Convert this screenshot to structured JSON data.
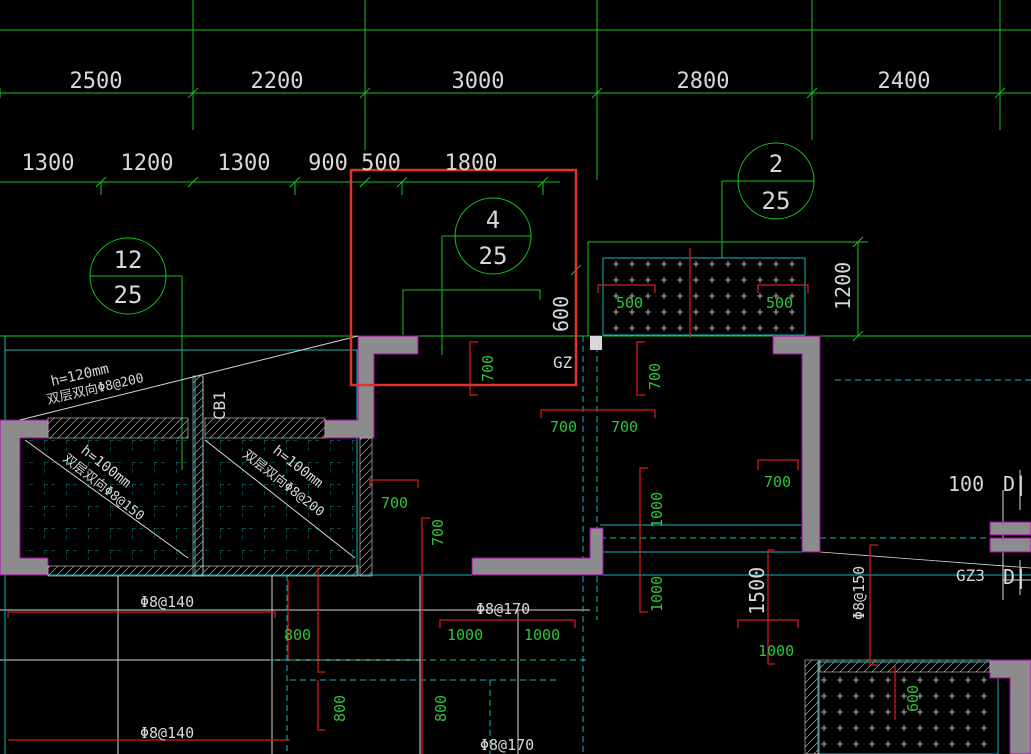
{
  "dimensions_top": [
    "2500",
    "2200",
    "3000",
    "2800",
    "2400"
  ],
  "dimensions_second": [
    "1300",
    "1200",
    "1300",
    "900",
    "500",
    "1800"
  ],
  "markers": [
    {
      "number": "12",
      "sheet": "25"
    },
    {
      "number": "4",
      "sheet": "25"
    },
    {
      "number": "2",
      "sheet": "25"
    }
  ],
  "slab_notes": [
    "h=120mm",
    "双层双向Φ8@200",
    "h=100mm",
    "双层双向Φ8@150",
    "h=100mm",
    "双层双向Φ8@200"
  ],
  "labels": {
    "cb1": "CB1",
    "gz": "GZ",
    "gz3": "GZ3",
    "dim_600": "600",
    "dim_1200": "1200",
    "dim_1500": "1500",
    "dim_100": "100",
    "d1": "D|",
    "d2": "D|"
  },
  "rebar_labels": [
    "Φ8@140",
    "Φ8@170",
    "Φ8@140",
    "Φ8@170",
    "Φ8@150"
  ],
  "rebar_lengths": {
    "box_left": "500",
    "box_right": "500",
    "gz_700": "700",
    "v700a": "700",
    "h700a": "700",
    "h700b": "700",
    "v700b": "700",
    "v700c": "700",
    "v700d": "700",
    "v1000a": "1000",
    "v1000b": "1000",
    "h1000a": "1000",
    "h1000b": "1000",
    "h1000c": "1000",
    "v800a": "800",
    "v800b": "800",
    "v800c": "800",
    "v600": "600"
  },
  "colors": {
    "background": "#000000",
    "grid": "#14c21e",
    "dim_text": "#d8d8d8",
    "wall": "#8c8c8c",
    "rebar": "#d41a1a",
    "slab_edge": "#15b9b9",
    "highlight": "#e0322c",
    "magenta": "#b400b4"
  }
}
